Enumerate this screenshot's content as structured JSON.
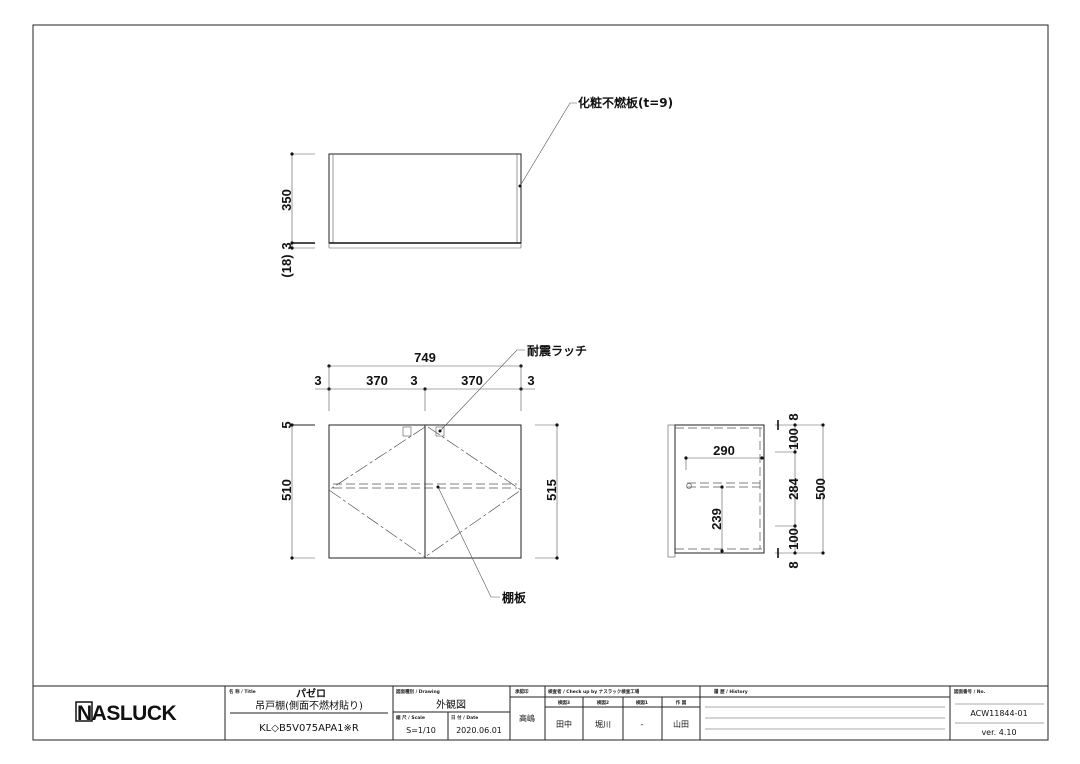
{
  "views": {
    "top": {
      "dims": {
        "depth": "350",
        "thickness": "3",
        "door": "(18)"
      },
      "callout": "化粧不燃板(t=9)"
    },
    "front": {
      "dims": {
        "overall_width": "749",
        "gap_left": "3",
        "door_left": "370",
        "gap_center": "3",
        "door_right": "370",
        "gap_right": "3",
        "top_gap": "5",
        "door_height": "510",
        "overall_height": "515"
      },
      "callout_latch": "耐震ラッチ",
      "callout_shelf": "棚板"
    },
    "side": {
      "dims": {
        "shelf_depth": "290",
        "shelf_height": "239",
        "top_thk": "8",
        "top_rail": "100",
        "middle": "284",
        "bottom_rail": "100",
        "bottom_thk": "8",
        "overall_height": "500"
      }
    }
  },
  "title_block": {
    "logo": "NASLUCK",
    "title_label": "名 称 / Title",
    "series": "パゼロ",
    "product_name": "吊戸棚(側面不燃材貼り)",
    "model": "KL◇B5V075APA1※R",
    "drawing_label": "図面種別 / Drawing",
    "drawing_type": "外観図",
    "scale_label": "縮 尺 / Scale",
    "scale": "S=1/10",
    "date_label": "日 付 / Date",
    "date": "2020.06.01",
    "approval_label": "承認印",
    "approver": "高嶋",
    "checkup_label": "検査者 / Check up by ナスラック検査工場",
    "check_cols": [
      {
        "label": "検図3",
        "name": "田中"
      },
      {
        "label": "検図2",
        "name": "堀川"
      },
      {
        "label": "検図1",
        "name": "-"
      },
      {
        "label": "作 図",
        "name": "山田"
      }
    ],
    "history_label": "履 歴 / History",
    "number_label": "図面番号 / No.",
    "number": "ACW11844-01",
    "version": "ver. 4.10"
  }
}
